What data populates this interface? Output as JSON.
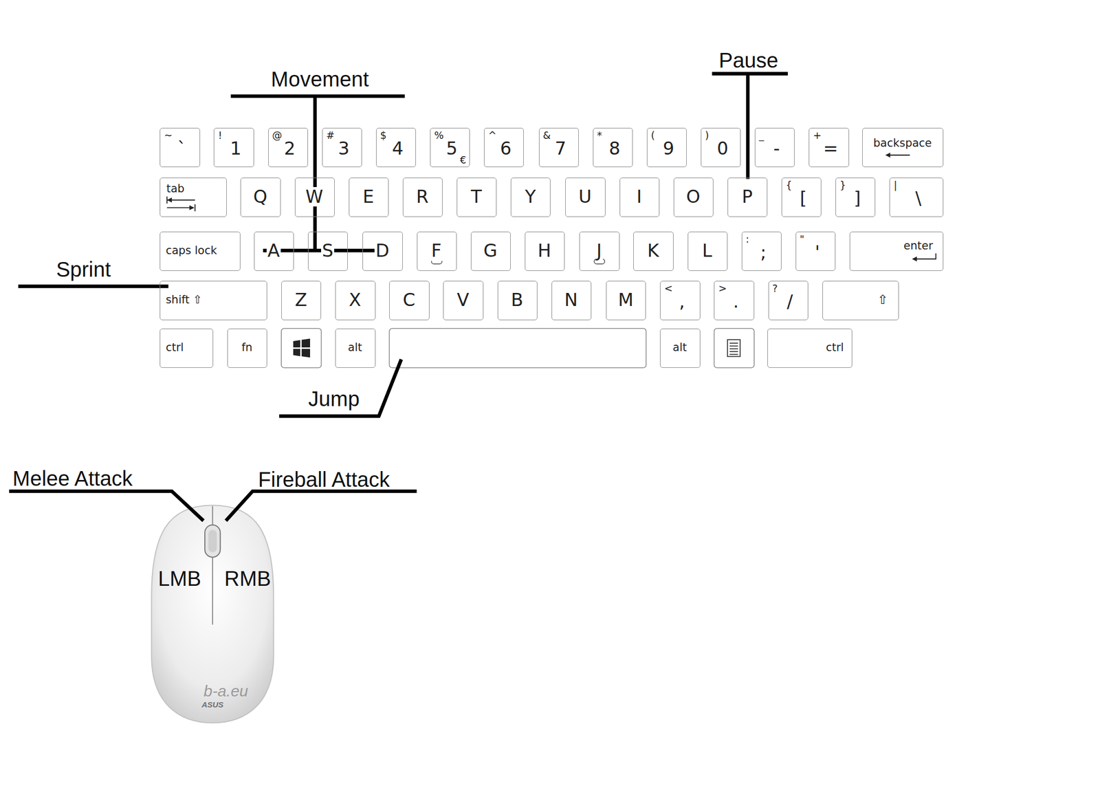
{
  "diagram": {
    "nodes": [
      {
        "text": [
          "~",
          "`"
        ]
      },
      {
        "text": [
          "!",
          "1"
        ]
      },
      {
        "text": [
          "@",
          "2"
        ]
      },
      {
        "text": [
          "#",
          "3"
        ]
      },
      {
        "text": [
          "$",
          "4"
        ]
      },
      {
        "text": [
          "%",
          "5",
          "€"
        ]
      },
      {
        "text": [
          "^",
          "6"
        ]
      },
      {
        "text": [
          "&",
          "7"
        ]
      },
      {
        "text": [
          "*",
          "8"
        ]
      },
      {
        "text": [
          "(",
          "9"
        ]
      },
      {
        "text": [
          ")",
          "0"
        ]
      },
      {
        "text": [
          "_",
          "-"
        ]
      },
      {
        "text": [
          "+",
          "="
        ]
      },
      {
        "text": [
          "backspace"
        ]
      },
      {
        "text": [
          "tab"
        ]
      },
      {
        "text": [
          "Q"
        ]
      },
      {
        "text": [
          "W"
        ]
      },
      {
        "text": [
          "E"
        ]
      },
      {
        "text": [
          "R"
        ]
      },
      {
        "text": [
          "T"
        ]
      },
      {
        "text": [
          "Y"
        ]
      },
      {
        "text": [
          "U"
        ]
      },
      {
        "text": [
          "I"
        ]
      },
      {
        "text": [
          "O"
        ]
      },
      {
        "text": [
          "P"
        ]
      },
      {
        "text": [
          "{",
          "["
        ]
      },
      {
        "text": [
          "}",
          "]"
        ]
      },
      {
        "text": [
          "|",
          "\\"
        ]
      },
      {
        "text": [
          "caps lock"
        ]
      },
      {
        "text": [
          "A"
        ]
      },
      {
        "text": [
          "S"
        ]
      },
      {
        "text": [
          "D"
        ]
      },
      {
        "text": [
          "F"
        ]
      },
      {
        "text": [
          "G"
        ]
      },
      {
        "text": [
          "H"
        ]
      },
      {
        "text": [
          "J"
        ]
      },
      {
        "text": [
          "K"
        ]
      },
      {
        "text": [
          "L"
        ]
      },
      {
        "text": [
          ":",
          ";"
        ]
      },
      {
        "text": [
          "\"",
          "'"
        ]
      },
      {
        "text": [
          "enter"
        ]
      },
      {
        "text": [
          "shift ⇧"
        ]
      },
      {
        "text": [
          "Z"
        ]
      },
      {
        "text": [
          "X"
        ]
      },
      {
        "text": [
          "C"
        ]
      },
      {
        "text": [
          "V"
        ]
      },
      {
        "text": [
          "B"
        ]
      },
      {
        "text": [
          "N"
        ]
      },
      {
        "text": [
          "M"
        ]
      },
      {
        "text": [
          "<",
          ","
        ]
      },
      {
        "text": [
          ">",
          "."
        ]
      },
      {
        "text": [
          "?",
          "/"
        ]
      },
      {
        "text": [
          "⇧"
        ]
      },
      {
        "text": [
          "ctrl"
        ]
      },
      {
        "text": [
          "fn"
        ]
      },
      {
        "text": [
          "alt"
        ]
      },
      {
        "text": [
          "alt"
        ]
      },
      {
        "text": [
          "ctrl"
        ]
      }
    ],
    "labels": [
      "Movement",
      "Pause",
      "Sprint",
      "Jump",
      "Melee Attack",
      "Fireball Attack",
      "LMB",
      "RMB",
      "b-a.eu",
      "ASUS"
    ]
  }
}
